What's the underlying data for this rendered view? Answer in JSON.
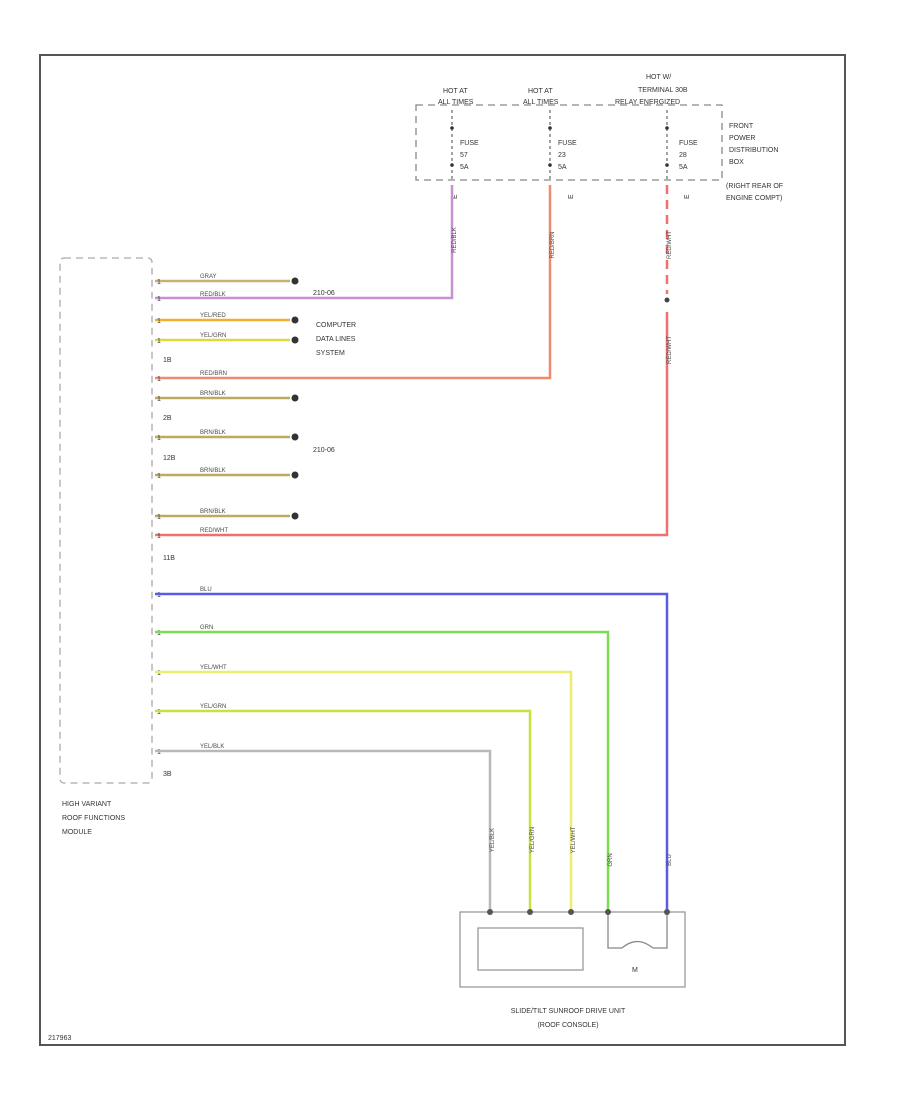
{
  "power_box": {
    "hot_labels": [
      [
        "HOT AT",
        "ALL TIMES"
      ],
      [
        "HOT AT",
        "ALL TIMES"
      ],
      [
        "HOT W/",
        "TERMINAL 30B",
        "RELAY ENERGIZED"
      ]
    ],
    "fuses": [
      {
        "label": "FUSE",
        "number": "57",
        "rating": "5A"
      },
      {
        "label": "FUSE",
        "number": "23",
        "rating": "5A"
      },
      {
        "label": "FUSE",
        "number": "28",
        "rating": "5A"
      }
    ],
    "terminal_ids": [
      "E",
      "E",
      "E"
    ],
    "name_lines": [
      "FRONT",
      "POWER",
      "DISTRIBUTION",
      "BOX",
      "(RIGHT REAR OF",
      "ENGINE COMPT)"
    ]
  },
  "module": {
    "name_lines": [
      "HIGH VARIANT",
      "ROOF FUNCTIONS",
      "MODULE"
    ],
    "connector_ids": [
      "1B",
      "2B",
      "12B",
      "11B",
      "3B"
    ],
    "pin_tick": "1"
  },
  "refs": {
    "page_ref_1": "210-06",
    "computer_lines": [
      "COMPUTER",
      "DATA LINES",
      "SYSTEM"
    ],
    "page_ref_2": "210-06"
  },
  "wires": {
    "module_wires": [
      "GRAY",
      "RED/BLK",
      "YEL/RED",
      "YEL/GRN",
      "RED/BRN",
      "BRN/BLK",
      "BRN/BLK",
      "BRN/BLK",
      "BRN/BLK",
      "RED/WHT",
      "BLU",
      "GRN",
      "YEL/WHT",
      "YEL/GRN",
      "YEL/BLK"
    ],
    "fuse_wires": [
      "RED/BLK",
      "RED/BRN",
      "RED/WHT",
      "RED/WHT"
    ],
    "drive_wires": [
      "YEL/BLK",
      "YEL/GRN",
      "YEL/WHT",
      "GRN",
      "BLU"
    ]
  },
  "drive_unit": {
    "name_lines": [
      "SLIDE/TILT SUNROOF DRIVE UNIT",
      "(ROOF CONSOLE)"
    ],
    "motor_label": "M"
  },
  "footer_id": "217963"
}
